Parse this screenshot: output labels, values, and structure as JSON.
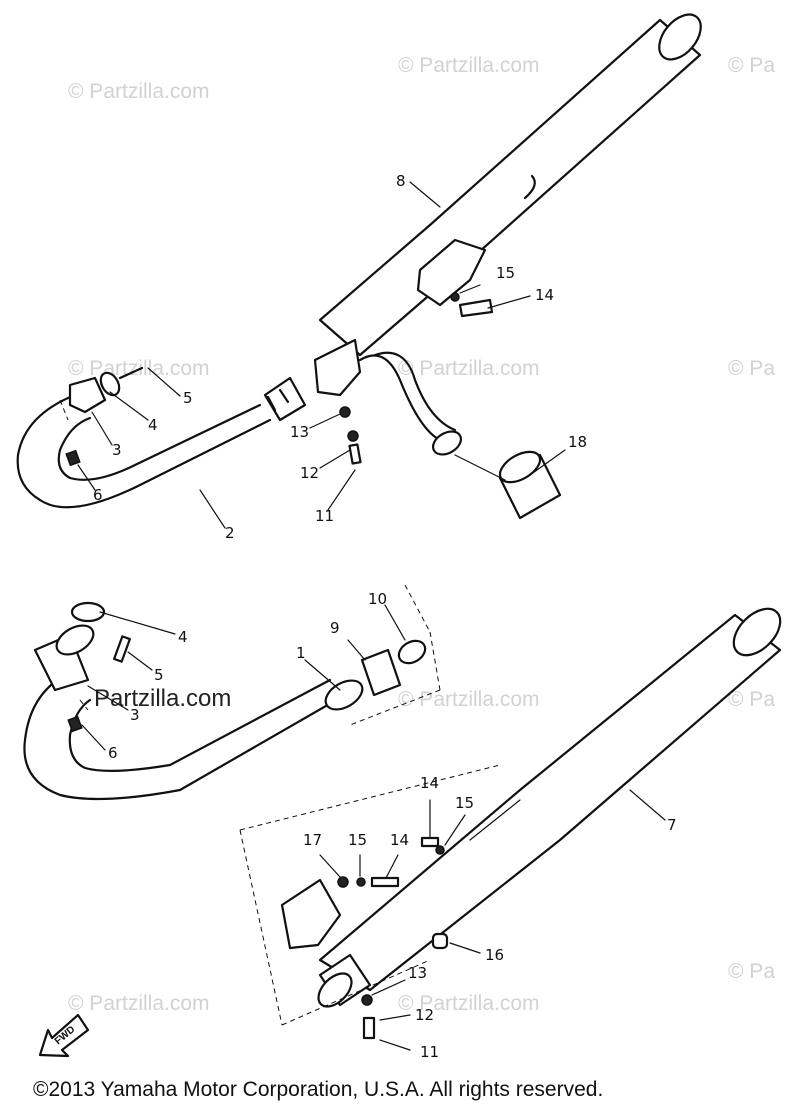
{
  "watermark": "© Partzilla.com",
  "watermark_main": "Partzilla.com",
  "watermark_edge": "© Pa",
  "fwd_label": "FWD",
  "copyright": "©2013  Yamaha Motor Corporation, U.S.A. All rights reserved.",
  "callouts": {
    "c1": "1",
    "c2": "2",
    "c3a": "3",
    "c3b": "3",
    "c4a": "4",
    "c4b": "4",
    "c5a": "5",
    "c5b": "5",
    "c6a": "6",
    "c6b": "6",
    "c7": "7",
    "c8": "8",
    "c9": "9",
    "c10": "10",
    "c11a": "11",
    "c11b": "11",
    "c12a": "12",
    "c12b": "12",
    "c13a": "13",
    "c13b": "13",
    "c14a": "14",
    "c14b": "14",
    "c14c": "14",
    "c15a": "15",
    "c15b": "15",
    "c15c": "15",
    "c16": "16",
    "c17": "17",
    "c18": "18"
  }
}
